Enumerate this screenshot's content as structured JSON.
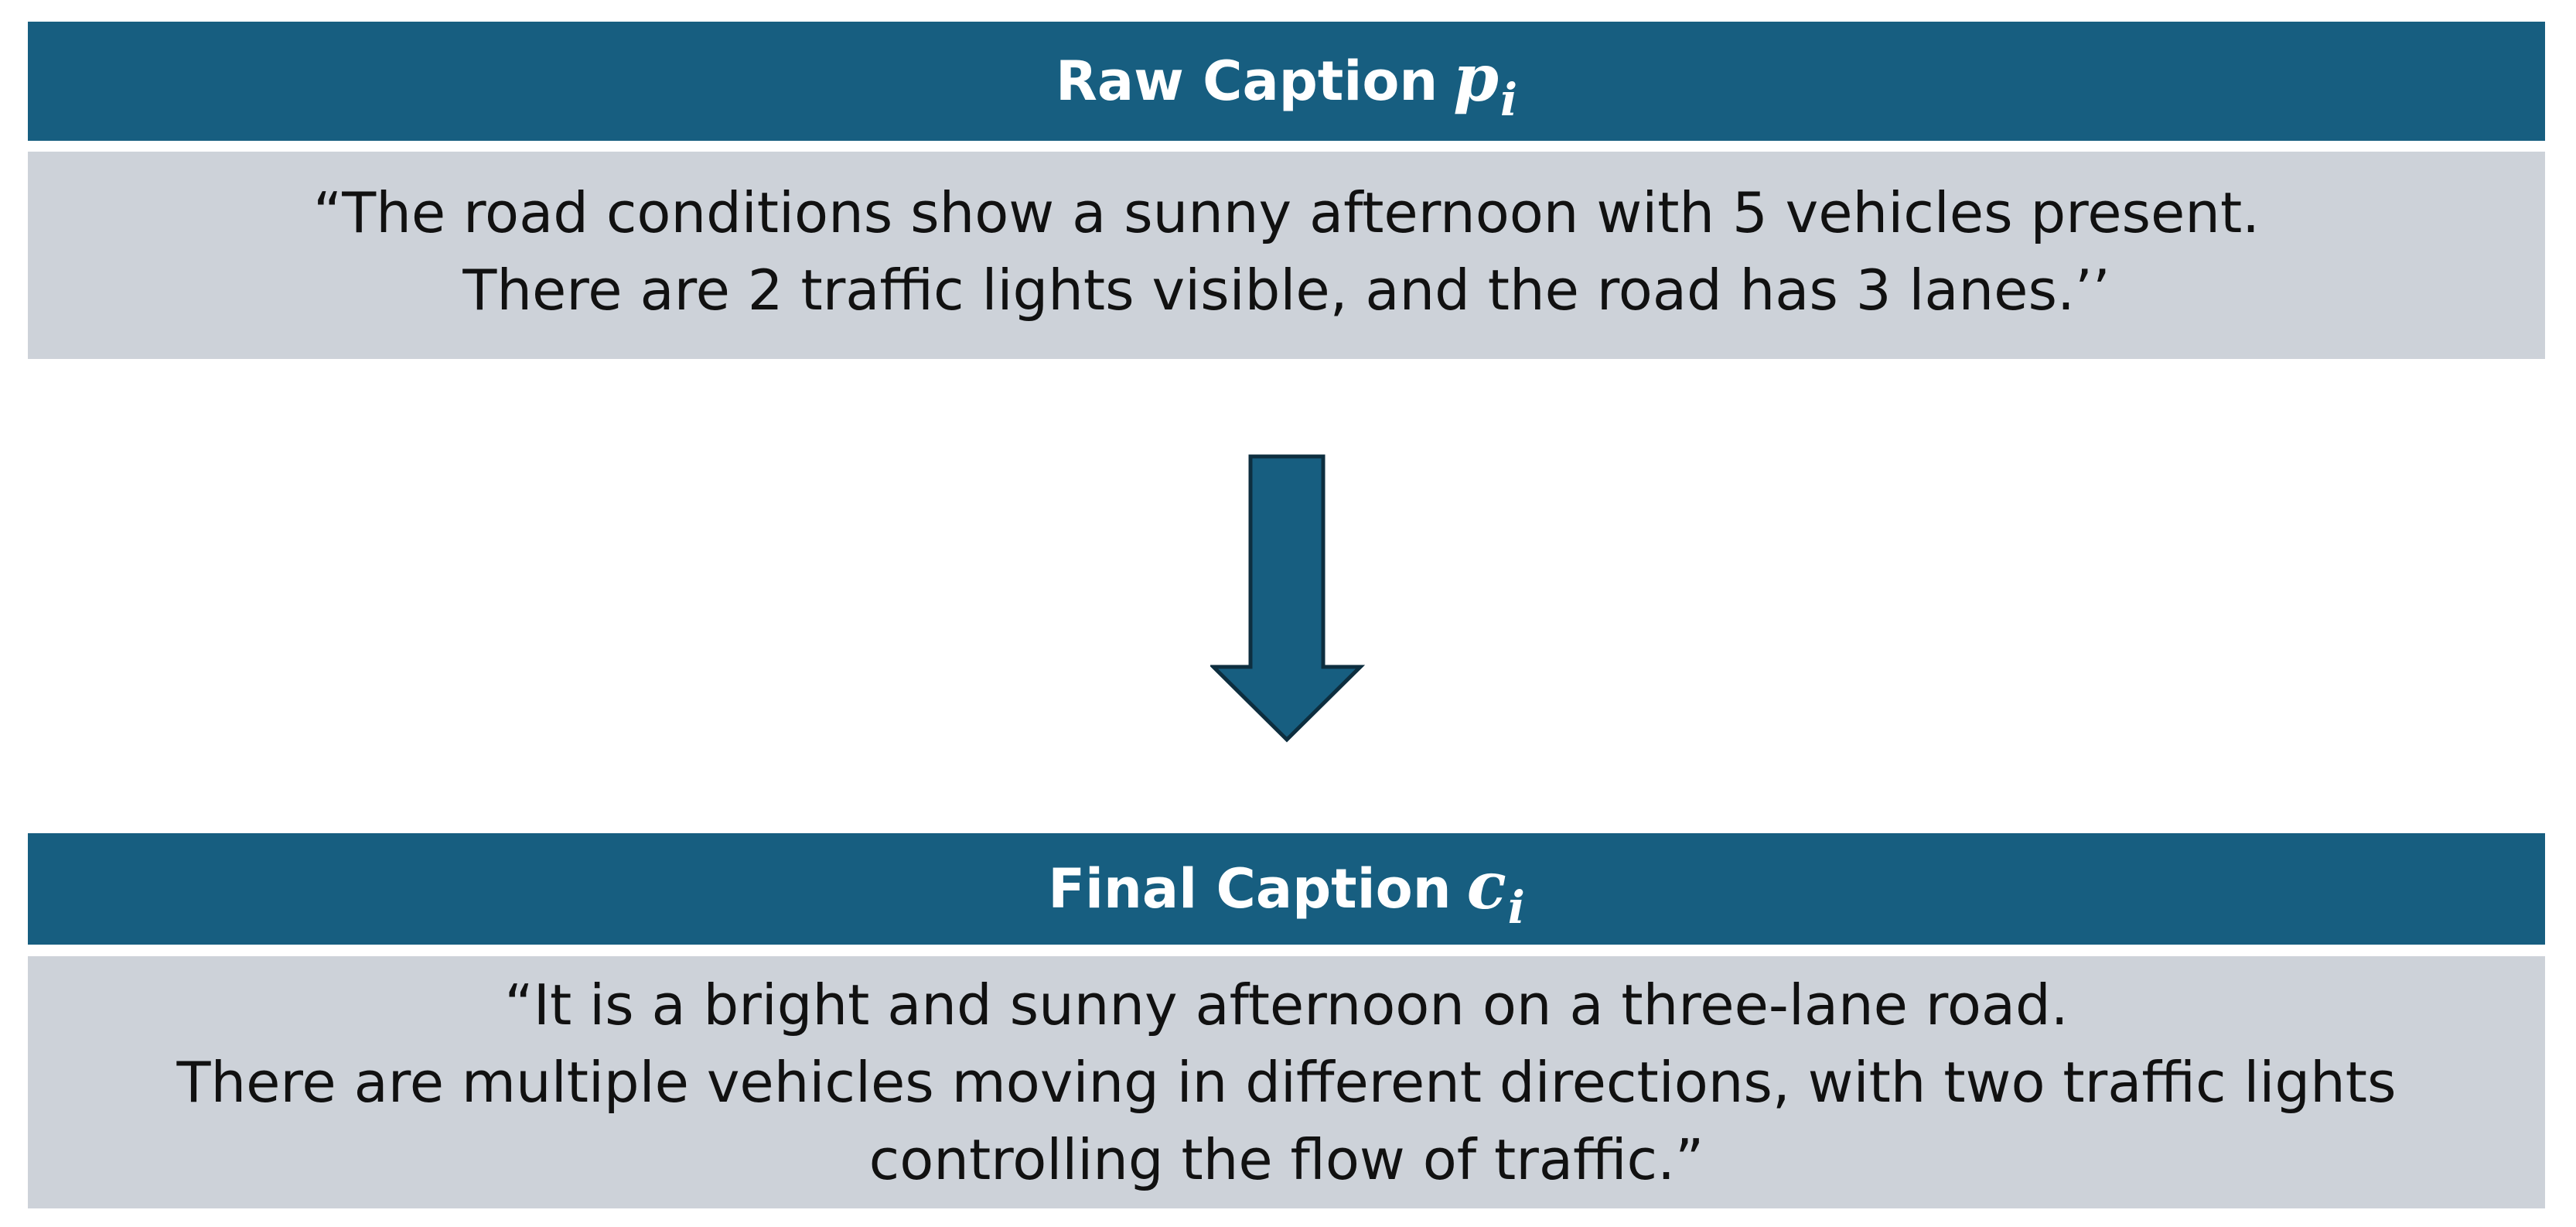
{
  "raw": {
    "title": "Raw Caption",
    "var": "p",
    "sub": "i",
    "lines": [
      "“The road conditions show a sunny afternoon with 5 vehicles present.",
      "There are 2 traffic lights visible, and the road has 3 lanes.’’"
    ]
  },
  "final": {
    "title": "Final Caption",
    "var": "c",
    "sub": "i",
    "lines": [
      "“It is a bright and sunny afternoon on a three-lane road.",
      "There are multiple vehicles moving in different directions, with two traffic lights",
      "controlling the flow of traffic.”"
    ]
  },
  "colors": {
    "header_bg": "#175e80",
    "body_bg": "#cdd2d9",
    "arrow_fill": "#175e80",
    "arrow_stroke": "#0d2e3f"
  }
}
